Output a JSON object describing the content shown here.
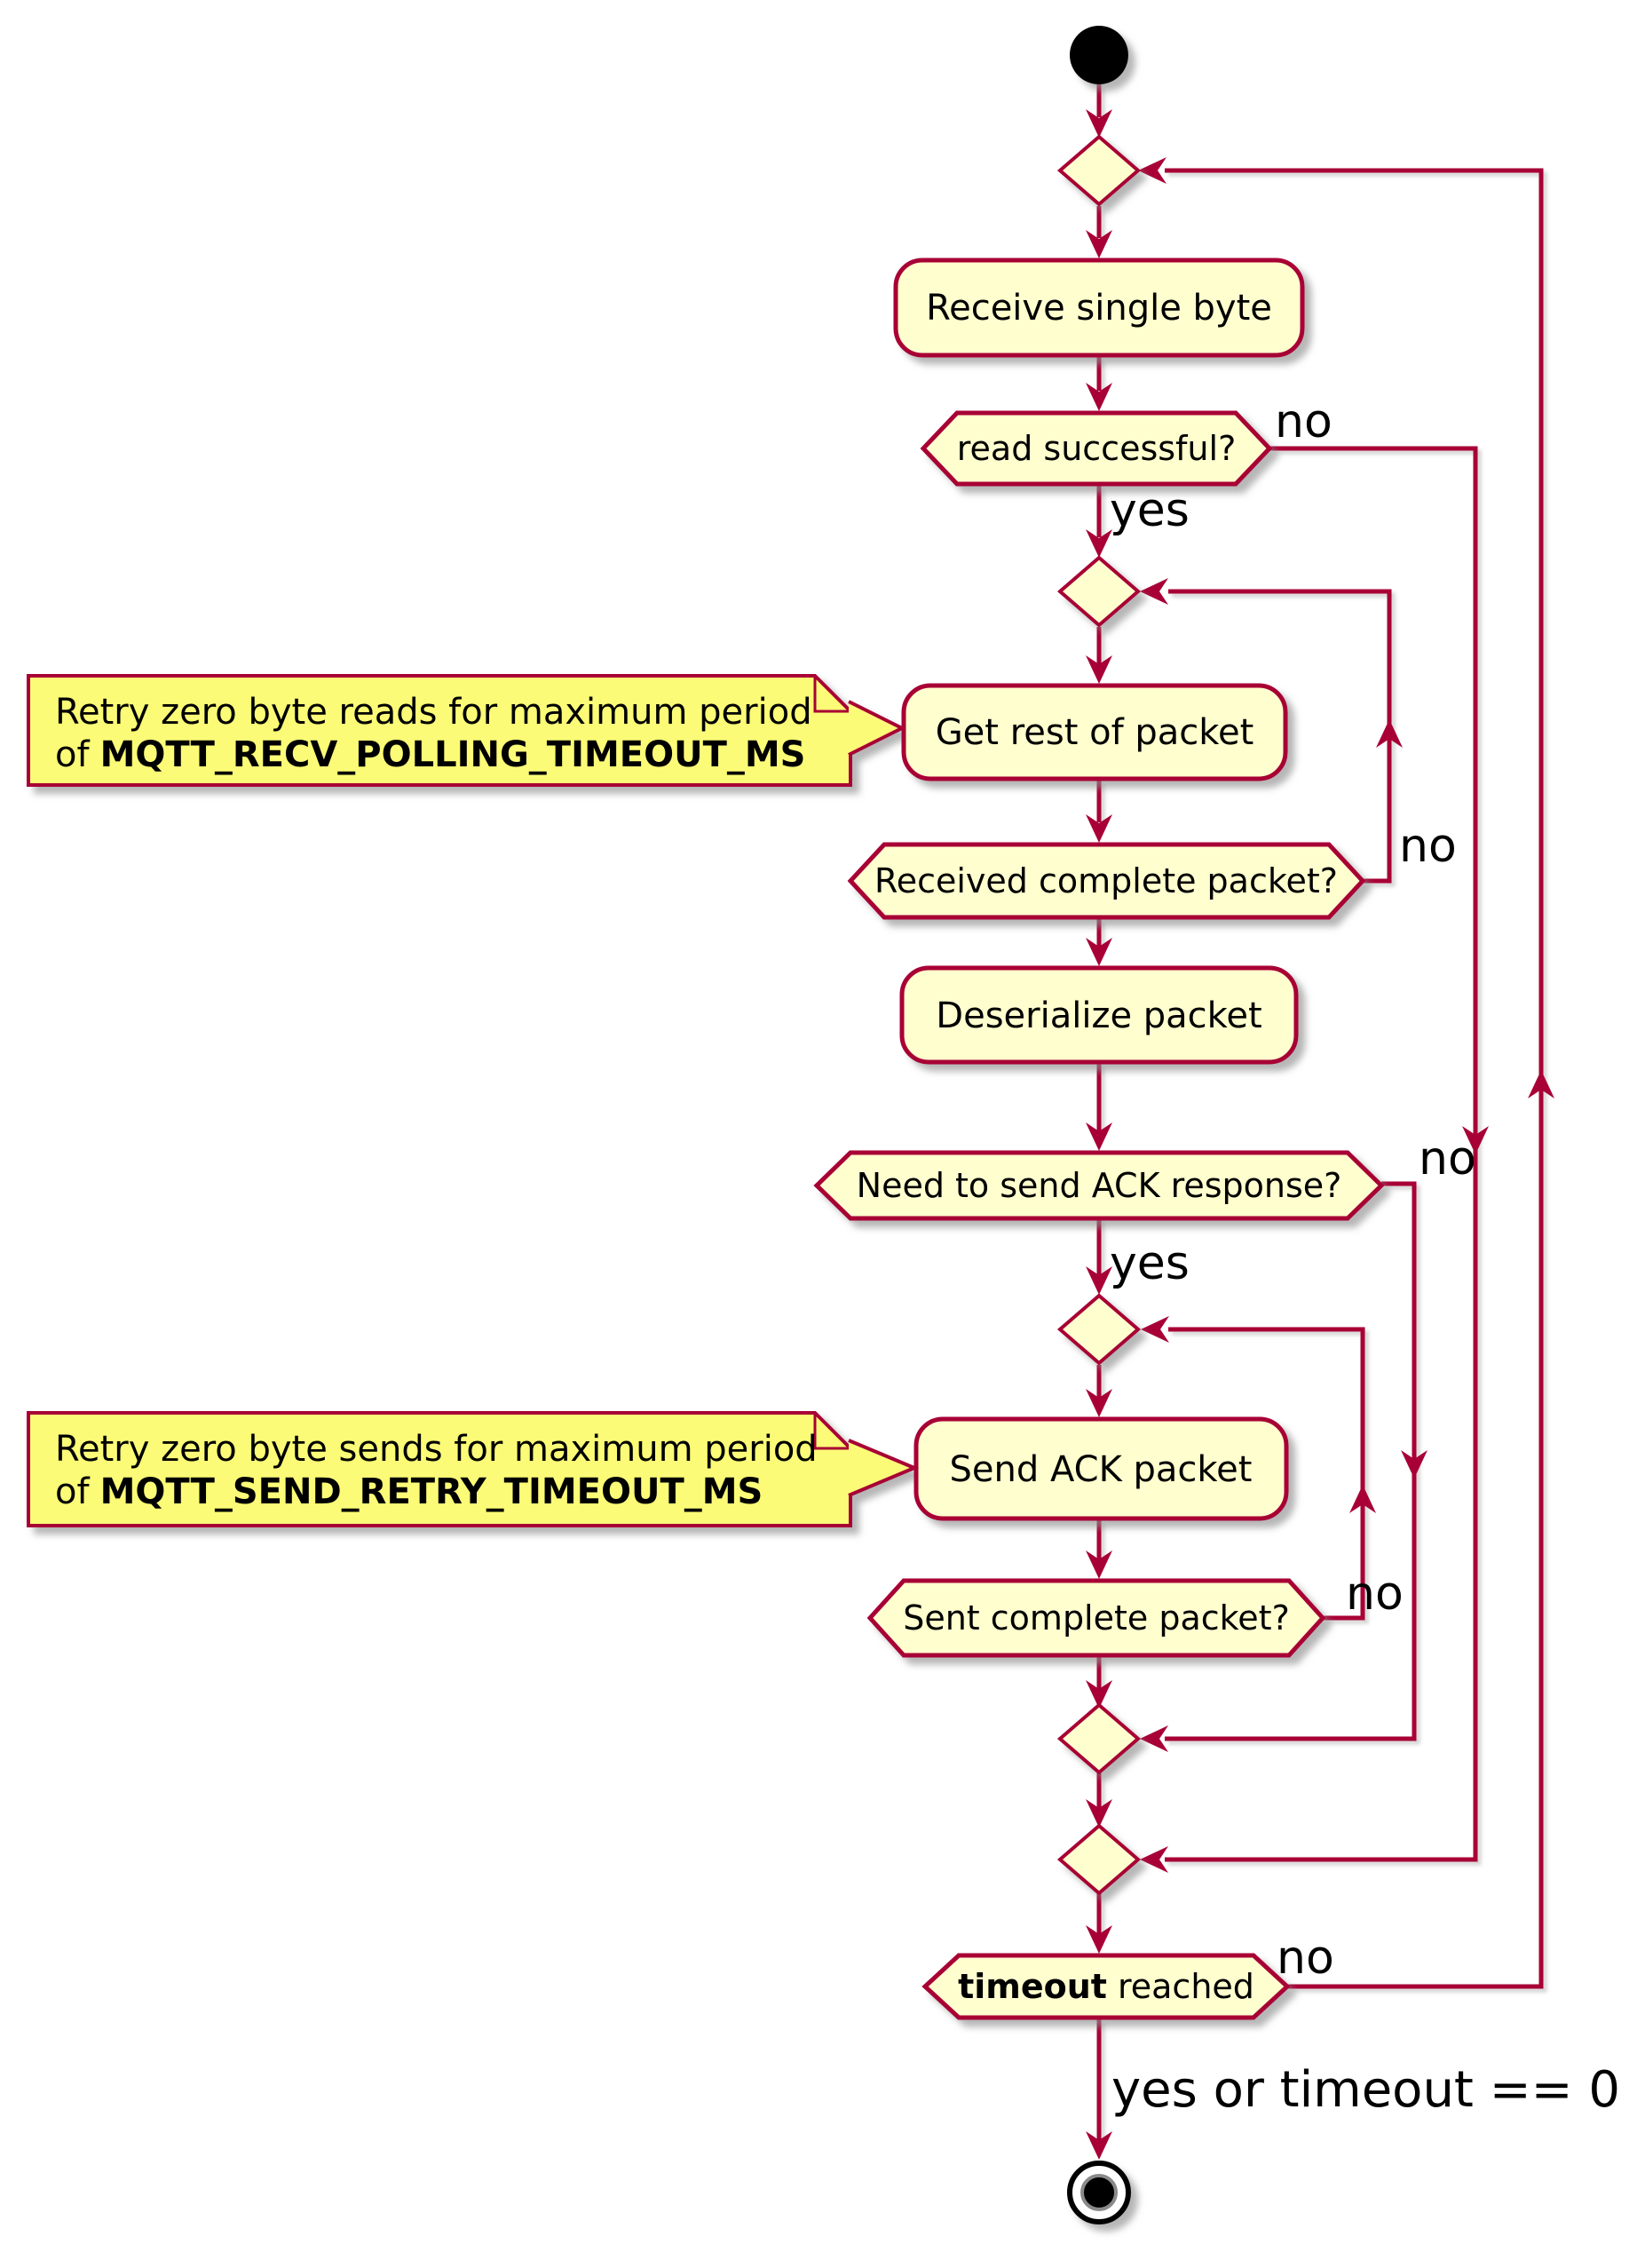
{
  "diagram": {
    "type": "activity-flowchart",
    "colors": {
      "line": "#A80036",
      "node_fill": "#FEFECE",
      "note_fill": "#FBFB77",
      "text": "#000000"
    },
    "activities": {
      "receive_single_byte": "Receive single byte",
      "get_rest_of_packet": "Get rest of packet",
      "deserialize_packet": "Deserialize packet",
      "send_ack_packet": "Send ACK packet"
    },
    "decisions": {
      "read_successful": "read successful?",
      "received_complete_packet": "Received complete packet?",
      "need_to_send_ack": "Need to send ACK response?",
      "sent_complete_packet": "Sent complete packet?",
      "timeout_bold": "timeout",
      "timeout_rest": "reached"
    },
    "notes": {
      "recv": {
        "line1": "Retry zero byte reads for maximum period",
        "line2_prefix": "of",
        "line2_bold": "MQTT_RECV_POLLING_TIMEOUT_MS"
      },
      "send": {
        "line1": "Retry zero byte sends for maximum period",
        "line2_prefix": "of",
        "line2_bold": "MQTT_SEND_RETRY_TIMEOUT_MS"
      }
    },
    "labels": {
      "no_read": "no",
      "yes_read": "yes",
      "no_received": "no",
      "no_need_ack": "no",
      "yes_need_ack": "yes",
      "no_sent": "no",
      "no_timeout": "no",
      "final": "yes or timeout == 0"
    }
  }
}
